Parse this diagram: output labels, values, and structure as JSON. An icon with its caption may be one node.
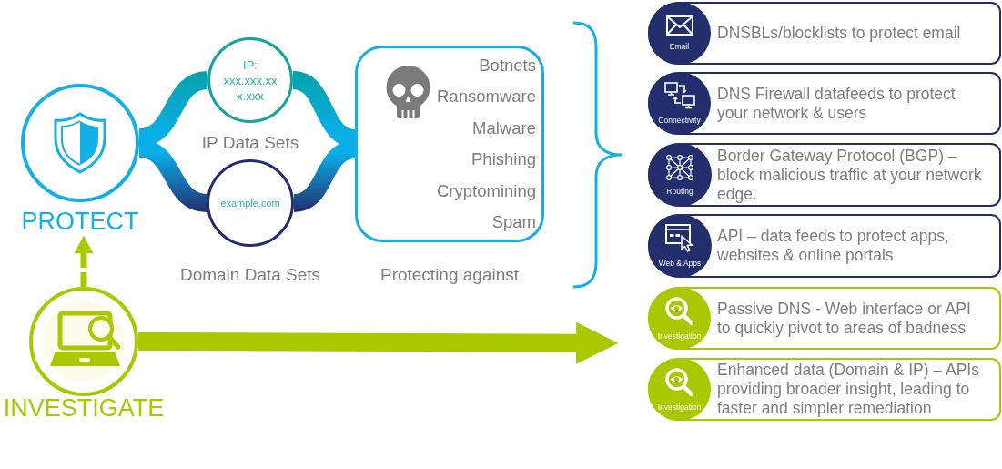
{
  "diagram": {
    "nodes": [
      {
        "text": [
          "PROTECT"
        ]
      },
      {
        "text": [
          "IP:",
          "xxx.xxx.xxx.xxx"
        ],
        "beside": [
          "IP Data Sets"
        ]
      },
      {
        "text": [
          "example.com"
        ],
        "beside": [
          "Domain Data Sets"
        ]
      },
      {
        "text": [
          "Botnets",
          "Ransomware",
          "Malware",
          "Phishing",
          "Cryptomining",
          "Spam"
        ],
        "beside": [
          "Protecting against"
        ]
      },
      {
        "text": [
          "INVESTIGATE"
        ]
      },
      {
        "text": [
          "Email",
          "DNSBLs/blocklists to protect email"
        ]
      },
      {
        "text": [
          "Connectivity",
          "DNS Firewall datafeeds to protect your network & users"
        ]
      },
      {
        "text": [
          "Routing",
          "Border Gateway Protocol (BGP) – block malicious traffic at your network edge."
        ]
      },
      {
        "text": [
          "Web & Apps",
          "API – data feeds to protect apps, websites & online portals"
        ]
      },
      {
        "text": [
          "Investigation",
          "Passive DNS - Web interface or API to quickly pivot to areas of badness"
        ]
      },
      {
        "text": [
          "Investigation",
          "Enhanced data (Domain & IP) – APIs providing broader insight, leading to faster and simpler remediation"
        ]
      }
    ],
    "edges": [
      {
        "from": 0,
        "to": 1,
        "arrow": "none",
        "style": "thick"
      },
      {
        "from": 0,
        "to": 2,
        "arrow": "none",
        "style": "thick"
      },
      {
        "from": 1,
        "to": 3,
        "arrow": "none",
        "style": "thick"
      },
      {
        "from": 2,
        "to": 3,
        "arrow": "none",
        "style": "thick"
      },
      {
        "from": 4,
        "to": 0,
        "arrow": "to",
        "style": "dashed",
        "color": "#a9c800"
      },
      {
        "from": 4,
        "to": 9,
        "arrow": "to",
        "style": "thick",
        "color": "#a9c800"
      }
    ]
  }
}
